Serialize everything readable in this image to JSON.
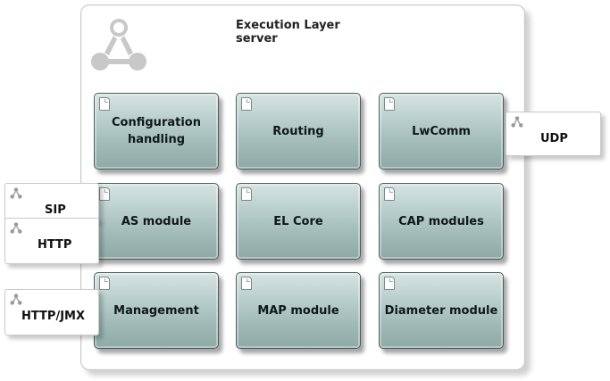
{
  "server": {
    "title": "Execution Layer server",
    "icon": "component-network-icon"
  },
  "modules": [
    {
      "line1": "Configuration",
      "line2": "handling"
    },
    {
      "line1": "Routing",
      "line2": ""
    },
    {
      "line1": "LwComm",
      "line2": ""
    },
    {
      "line1": "AS module",
      "line2": ""
    },
    {
      "line1": "EL Core",
      "line2": ""
    },
    {
      "line1": "CAP modules",
      "line2": ""
    },
    {
      "line1": "Management",
      "line2": ""
    },
    {
      "line1": "MAP module",
      "line2": ""
    },
    {
      "line1": "Diameter module",
      "line2": ""
    }
  ],
  "interfaces": {
    "udp": "UDP",
    "sip": "SIP",
    "http": "HTTP",
    "http_jmx": "HTTP/JMX"
  },
  "colors": {
    "module_fill": "#a9c2bf",
    "module_border": "#4d5d5d",
    "frame_border": "#c9c9c9"
  }
}
